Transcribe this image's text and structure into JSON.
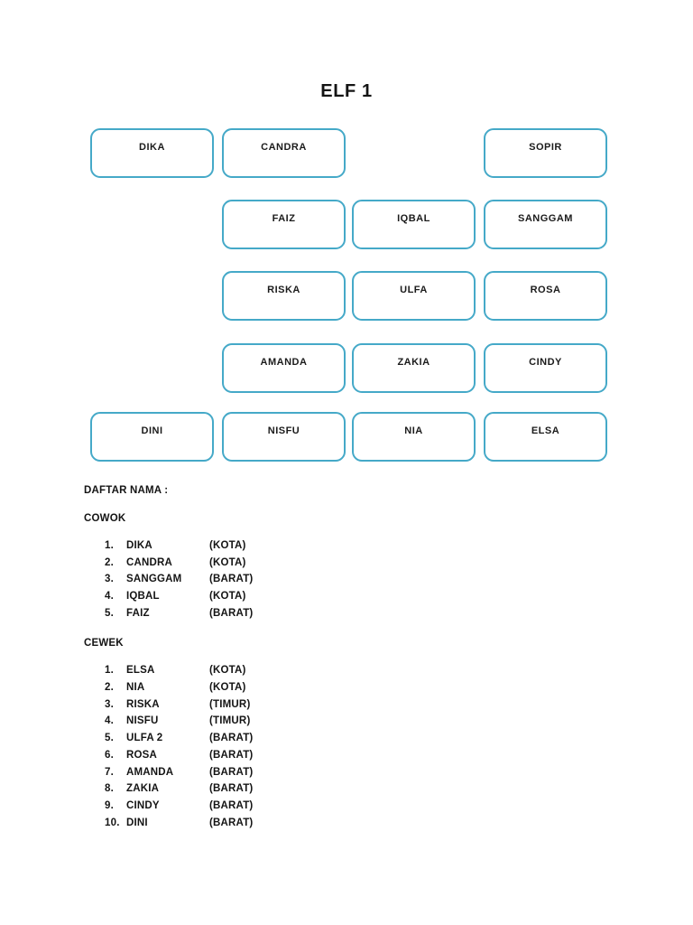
{
  "doc": {
    "title": "ELF 1"
  },
  "colors": {
    "box_border": "#45a9c8",
    "text": "#1b1b1b"
  },
  "seats": [
    {
      "label": "DIKA"
    },
    {
      "label": "CANDRA"
    },
    {
      "label": "SOPIR"
    },
    {
      "label": "FAIZ"
    },
    {
      "label": "IQBAL"
    },
    {
      "label": "SANGGAM"
    },
    {
      "label": "RISKA"
    },
    {
      "label": "ULFA"
    },
    {
      "label": "ROSA"
    },
    {
      "label": "AMANDA"
    },
    {
      "label": "ZAKIA"
    },
    {
      "label": "CINDY"
    },
    {
      "label": "DINI"
    },
    {
      "label": "NISFU"
    },
    {
      "label": "NIA"
    },
    {
      "label": "ELSA"
    }
  ],
  "lists": {
    "heading": "DAFTAR NAMA :",
    "cowok": {
      "title": "COWOK",
      "items": [
        {
          "no": "1.",
          "name": "DIKA",
          "loc": "(KOTA)"
        },
        {
          "no": "2.",
          "name": "CANDRA",
          "loc": "(KOTA)"
        },
        {
          "no": "3.",
          "name": "SANGGAM",
          "loc": "(BARAT)"
        },
        {
          "no": "4.",
          "name": "IQBAL",
          "loc": "(KOTA)"
        },
        {
          "no": "5.",
          "name": "FAIZ",
          "loc": "(BARAT)"
        }
      ]
    },
    "cewek": {
      "title": "CEWEK",
      "items": [
        {
          "no": "1.",
          "name": "ELSA",
          "loc": "(KOTA)"
        },
        {
          "no": "2.",
          "name": "NIA",
          "loc": "(KOTA)"
        },
        {
          "no": "3.",
          "name": "RISKA",
          "loc": "(TIMUR)"
        },
        {
          "no": "4.",
          "name": "NISFU",
          "loc": "(TIMUR)"
        },
        {
          "no": "5.",
          "name": "ULFA 2",
          "loc": "(BARAT)"
        },
        {
          "no": "6.",
          "name": "ROSA",
          "loc": "(BARAT)"
        },
        {
          "no": "7.",
          "name": "AMANDA",
          "loc": "(BARAT)"
        },
        {
          "no": "8.",
          "name": "ZAKIA",
          "loc": "(BARAT)"
        },
        {
          "no": "9.",
          "name": "CINDY",
          "loc": "(BARAT)"
        },
        {
          "no": "10.",
          "name": "DINI",
          "loc": "(BARAT)"
        }
      ]
    }
  }
}
